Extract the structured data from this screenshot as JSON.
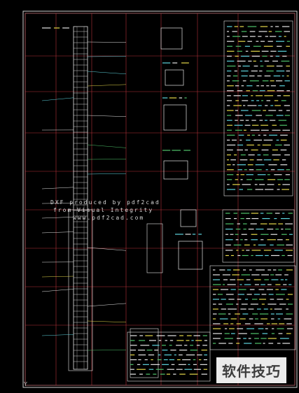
{
  "drawing": {
    "watermark_lines": [
      "DXF produced by pdf2cad",
      "from Visual Integrity",
      "www.pdf2cad.com"
    ],
    "axis_indicator": "Y"
  },
  "overlay": {
    "site_watermark": "软件技巧"
  },
  "colors": {
    "background": "#000000",
    "grid": "#b5323a",
    "linework": "#e6e6e6",
    "cyan": "#5fd6e0",
    "yellow": "#e6d84a",
    "green": "#4fc46b"
  }
}
